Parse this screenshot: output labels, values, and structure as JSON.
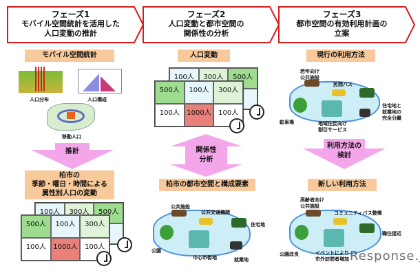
{
  "phases": [
    {
      "title": "フェーズ1",
      "line1": "モバイル空間統計を活用した",
      "line2": "人口変動の推計"
    },
    {
      "title": "フェーズ2",
      "line1": "人口変動と都市空間の",
      "line2": "関係性の分析"
    },
    {
      "title": "フェーズ3",
      "line1": "都市空間の有効利用計画の",
      "line2": "立案"
    }
  ],
  "col1": {
    "label": "モバイル空間統計",
    "cap_dist": "人口分布",
    "cap_struct": "人口構成",
    "cap_move": "移動人口",
    "arrow": "推計",
    "result": [
      "柏市の",
      "季節・曜日・時間による",
      "属性別人口の変動"
    ]
  },
  "grid": {
    "back": [
      "100人",
      "300人",
      "500人"
    ],
    "front": [
      "500人",
      "100人",
      "300人",
      "100人",
      "1000人",
      "100人"
    ]
  },
  "col2": {
    "label": "人口変動",
    "arrow": [
      "関係性",
      "分析"
    ],
    "result": "柏市の都市空間と構成要素",
    "map_labels": {
      "public": "公共施設",
      "transit": "公共交通機関",
      "residential": "住宅地",
      "park": "公園",
      "center": "中心市街地",
      "work": "就業地"
    }
  },
  "col3": {
    "label_current": "現行の利用方法",
    "arrow": [
      "利用方法の",
      "検討"
    ],
    "label_new": "新しい利用方法",
    "current_labels": {
      "youth": [
        "若年向け",
        "公共施設"
      ],
      "bus": "民間バス",
      "parking": "駐車場",
      "discount": [
        "地域住民向け",
        "割引サービス"
      ],
      "separation": [
        "住宅地と",
        "就業地の",
        "完全分離"
      ]
    },
    "new_labels": {
      "elderly": [
        "高齢者向け",
        "公共施設"
      ],
      "community_bus": "コミュニティバス整備",
      "proximity": "職住接近",
      "park": "公園改良",
      "event": [
        "イベントにより",
        "市外訪問者増加"
      ]
    }
  },
  "watermark": "Response.jp",
  "colors": {
    "phase_border": "#d81c1c",
    "label_bg": "#f8c99a",
    "arrow": "#f4a6ea"
  }
}
